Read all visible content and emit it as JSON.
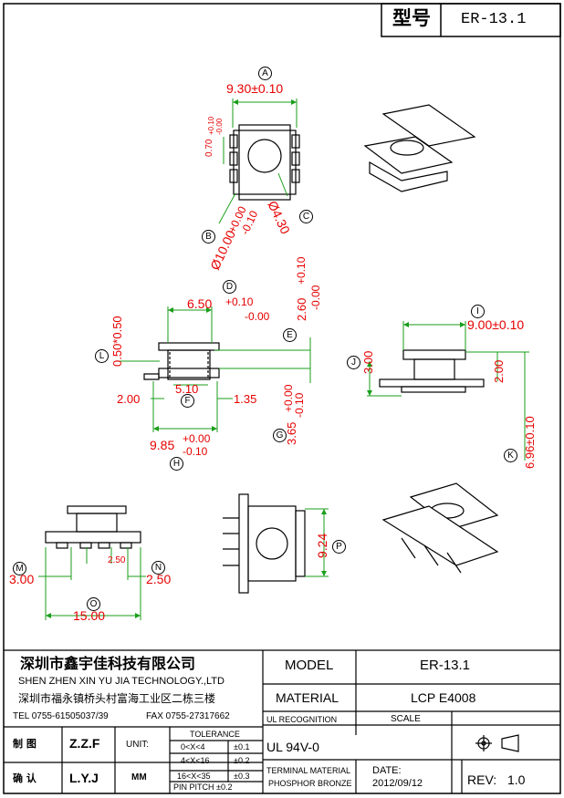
{
  "header": {
    "model_label": "型号",
    "model_value": "ER-13.1"
  },
  "view_top": {
    "letter_a": "A",
    "dim_a": "9.30±0.10",
    "letter_b": "B",
    "dim_b_main": "Ø10.00",
    "dim_b_tol_up": "+0.00",
    "dim_b_tol_down": "-0.10",
    "letter_c": "C",
    "dim_c": "Ø4.30",
    "dim_slot_main": "0.70",
    "dim_slot_tol_up": "+0.10",
    "dim_slot_tol_down": "-0.00"
  },
  "view_front": {
    "letter_d": "D",
    "dim_d_main": "6.50",
    "dim_d_tol_up": "+0.10",
    "dim_d_tol_down": "-0.00",
    "letter_e": "E",
    "dim_e_main": "2.60",
    "dim_e_tol_up": "+0.10",
    "dim_e_tol_down": "-0.00",
    "letter_l": "L",
    "dim_l": "0.50*0.50",
    "dim_510": "5.10",
    "letter_f": "F",
    "dim_200": "2.00",
    "dim_135": "1.35",
    "letter_g": "G",
    "dim_g_main": "3.65",
    "dim_g_tol_up": "+0.00",
    "dim_g_tol_down": "-0.10",
    "letter_h": "H",
    "dim_h_main": "9.85",
    "dim_h_tol_up": "+0.00",
    "dim_h_tol_down": "-0.10"
  },
  "view_side": {
    "letter_i": "I",
    "dim_i": "9.00±0.10",
    "letter_j": "J",
    "dim_j": "3.00",
    "dim_2": "2.00",
    "letter_k": "K",
    "dim_k": "6.96±0.10"
  },
  "view_bottom": {
    "letter_m": "M",
    "dim_m": "3.00",
    "dim_250_small": "2.50",
    "letter_n": "N",
    "dim_n": "2.50",
    "letter_o": "O",
    "dim_o": "15.00"
  },
  "view_pin": {
    "letter_p": "P",
    "dim_p": "9.24"
  },
  "title_block": {
    "company_cn": "深圳市鑫宇佳科技有限公司",
    "company_en": "SHEN ZHEN XIN YU JIA TECHNOLOGY.,LTD",
    "address_cn": "深圳市福永镇桥头村富海工业区二栋三楼",
    "tel": "TEL 0755-61505037/39",
    "fax": "FAX 0755-27317662",
    "model_label": "MODEL",
    "model_value": "ER-13.1",
    "material_label": "MATERIAL",
    "material_value": "LCP  E4008",
    "ul_label": "UL RECOGNITION",
    "ul_value": "UL 94V-0",
    "scale_label": "SCALE",
    "drawn_label": "制 图",
    "drawn_value": "Z.Z.F",
    "unit_label": "UNIT:",
    "unit_value": "MM",
    "checked_label": "确 认",
    "checked_value": "L.Y.J",
    "tol_title": "TOLERANCE",
    "tol_rows": [
      {
        "range": "0<X<4",
        "tol": "±0.1"
      },
      {
        "range": "4<X<16",
        "tol": "±0.2"
      },
      {
        "range": "16<X<35",
        "tol": "±0.3"
      }
    ],
    "pin_pitch": "PIN PITCH ±0.2",
    "terminal_label": "TERMINAL MATERIAL",
    "terminal_value": "PHOSPHOR BRONZE",
    "date_label": "DATE:",
    "date_value": "2012/09/12",
    "rev_label": "REV:",
    "rev_value": "1.0"
  }
}
